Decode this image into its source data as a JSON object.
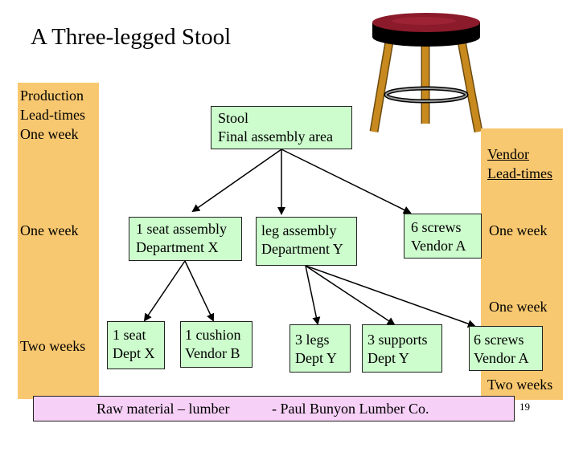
{
  "title": "A Three-legged Stool",
  "left_column": {
    "header": "Production\nLead-times\nOne week",
    "row2": "One week",
    "row3": "Two weeks"
  },
  "right_column": {
    "header": "Vendor\nLead-times",
    "row2": "One week",
    "row3": "One week",
    "row4": "Two weeks"
  },
  "nodes": {
    "stool": "Stool\nFinal assembly area",
    "seat_assembly": "1 seat assembly\nDepartment X",
    "leg_assembly": "leg assembly\nDepartment Y",
    "screws_a": "6 screws\nVendor A",
    "seat": "1 seat\nDept X",
    "cushion": "1 cushion\nVendor B",
    "legs": "3 legs\nDept Y",
    "supports": "3 supports\nDept Y",
    "screws_b": "6 screws\nVendor A"
  },
  "raw_material": {
    "left": "Raw material – lumber",
    "right": "- Paul Bunyon Lumber Co."
  },
  "page_number": "19",
  "colors": {
    "lead_time_band": "#f8c870",
    "node_fill": "#cdfccd",
    "raw_material_fill": "#f6d0f6",
    "stool_seat": "#8b1a2a",
    "stool_legs": "#c88a1e"
  }
}
